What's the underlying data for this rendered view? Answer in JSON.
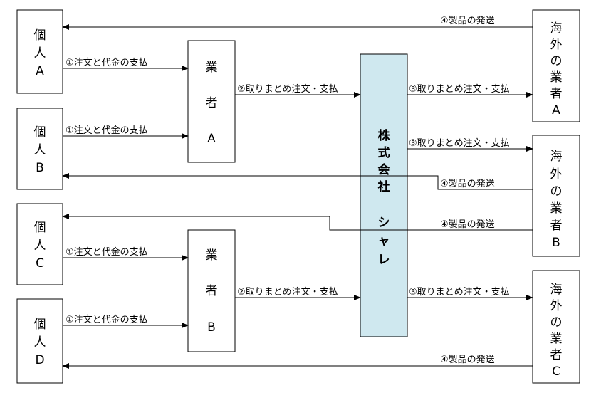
{
  "center_box": {
    "label": [
      "株",
      "式",
      "会",
      "社",
      "",
      "シ",
      "ャ",
      "レ"
    ],
    "fill": "#cfe8ef"
  },
  "individuals": [
    {
      "id": "a",
      "lines": [
        "個",
        "人",
        "A"
      ]
    },
    {
      "id": "b",
      "lines": [
        "個",
        "人",
        "B"
      ]
    },
    {
      "id": "c",
      "lines": [
        "個",
        "人",
        "C"
      ]
    },
    {
      "id": "d",
      "lines": [
        "個",
        "人",
        "D"
      ]
    }
  ],
  "dealers": [
    {
      "id": "a",
      "lines": [
        "業",
        "者",
        "A"
      ]
    },
    {
      "id": "b",
      "lines": [
        "業",
        "者",
        "B"
      ]
    }
  ],
  "overseas": [
    {
      "id": "a",
      "lines": [
        "海",
        "外",
        "の",
        "業",
        "者",
        "A"
      ]
    },
    {
      "id": "b",
      "lines": [
        "海",
        "外",
        "の",
        "業",
        "者",
        "B"
      ]
    },
    {
      "id": "c",
      "lines": [
        "海",
        "外",
        "の",
        "業",
        "者",
        "C"
      ]
    }
  ],
  "labels": {
    "order_payment": "①注文と代金の支払",
    "bulk_order": "②取りまとめ注文・支払",
    "bulk_order_overseas": "③取りまとめ注文・支払",
    "shipping": "④製品の発送"
  }
}
